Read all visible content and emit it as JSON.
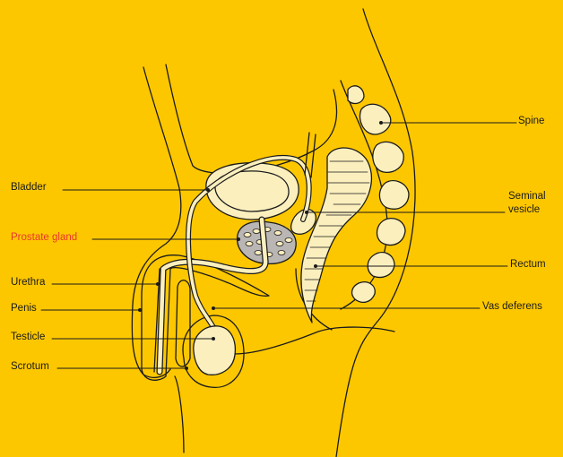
{
  "colors": {
    "background": "#FDC700",
    "outline": "#1a1a1a",
    "organ_fill": "#FBEFBE",
    "prostate_fill": "#B9B6B4",
    "highlight_label": "#E8372B"
  },
  "labels": {
    "bladder": "Bladder",
    "prostate_gland": "Prostate gland",
    "urethra": "Urethra",
    "penis": "Penis",
    "testicle": "Testicle",
    "scrotum": "Scrotum",
    "spine": "Spine",
    "seminal_vesicle_line1": "Seminal",
    "seminal_vesicle_line2": "vesicle",
    "rectum": "Rectum",
    "vas_deferens": "Vas deferens"
  }
}
